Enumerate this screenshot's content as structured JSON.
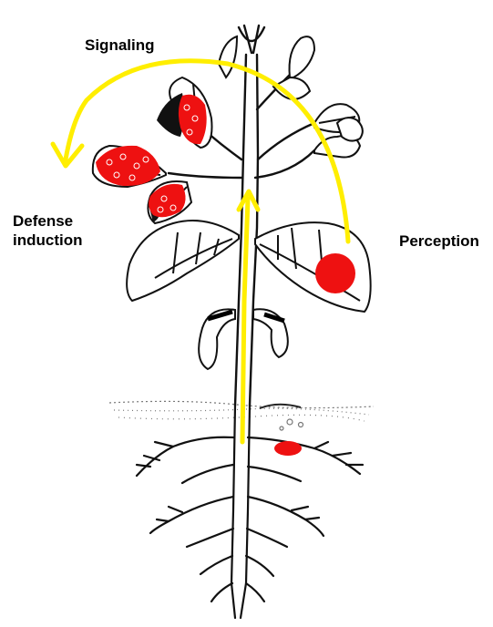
{
  "labels": {
    "signaling": "Signaling",
    "defense_line1": "Defense",
    "defense_line2": "induction",
    "perception": "Perception"
  },
  "colors": {
    "signal_arrow": "#ffee00",
    "damage": "#ee1111",
    "ink": "#111111",
    "soil": "#888888"
  }
}
